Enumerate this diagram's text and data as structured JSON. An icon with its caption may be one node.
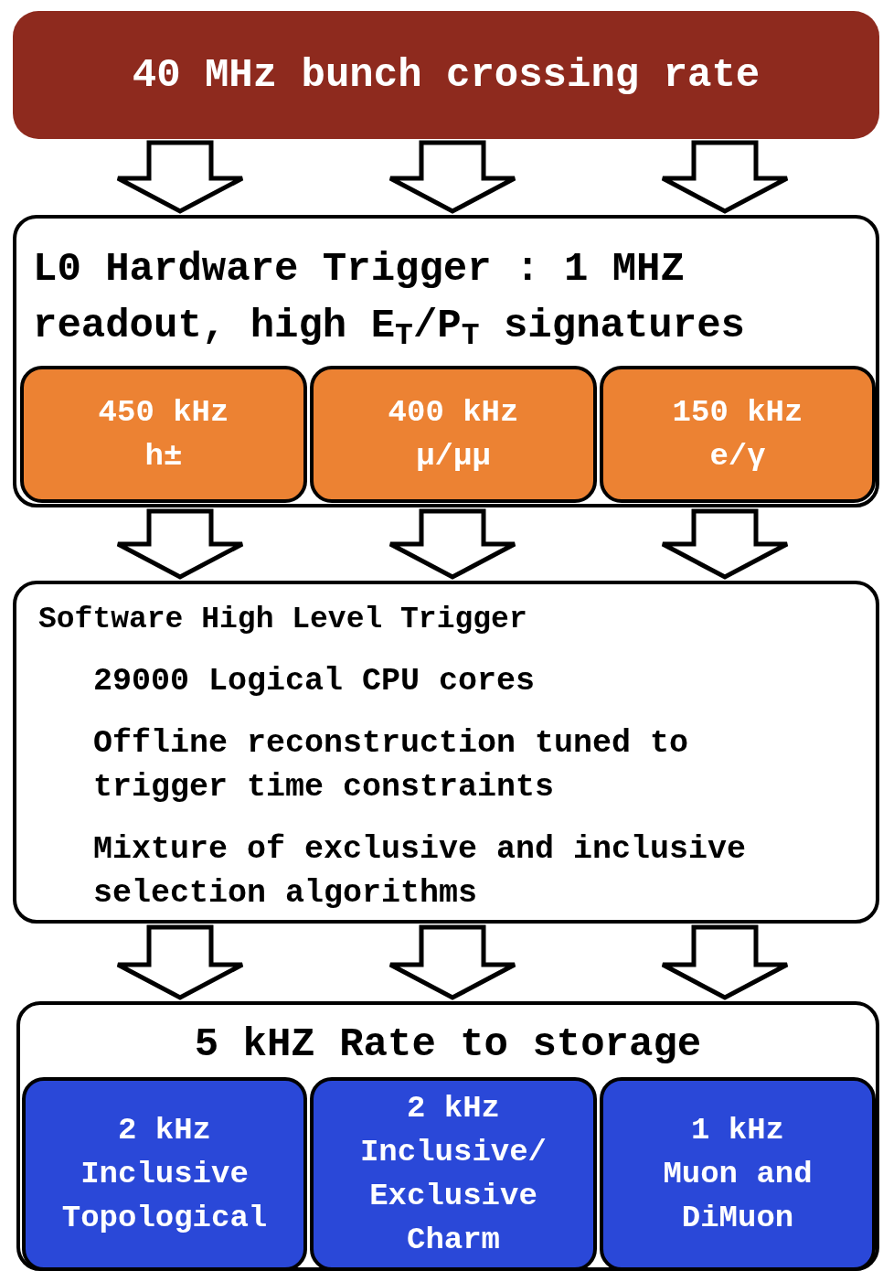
{
  "diagram": {
    "nodes": [
      {
        "text": [
          "40 MHz bunch crossing rate"
        ]
      },
      {
        "text": [
          "L0 Hardware Trigger : 1 MHZ readout, high E$_{T}$/P$_{T}$ signatures"
        ]
      },
      {
        "text": [
          "450 kHz",
          "h±"
        ],
        "in": 1
      },
      {
        "text": [
          "400 kHz",
          "μ/μμ"
        ],
        "in": 1
      },
      {
        "text": [
          "150 kHz",
          "e/γ"
        ],
        "in": 1
      },
      {
        "text": [
          "Software High Level Trigger",
          "29000 Logical CPU cores",
          "Offline reconstruction tuned to trigger time constraints",
          "Mixture of exclusive and inclusive selection algorithms"
        ]
      },
      {
        "text": [
          "5 kHZ Rate to storage"
        ]
      },
      {
        "text": [
          "2 kHz",
          "Inclusive Topological"
        ],
        "in": 6
      },
      {
        "text": [
          "2 kHz",
          "Inclusive/ Exclusive Charm"
        ],
        "in": 6
      },
      {
        "text": [
          "1 kHz",
          "Muon and DiMuon"
        ],
        "in": 6
      }
    ],
    "edges": [
      {
        "from": 0,
        "to": 1,
        "arrow": "to"
      },
      {
        "from": 0,
        "to": 1,
        "arrow": "to"
      },
      {
        "from": 0,
        "to": 1,
        "arrow": "to"
      },
      {
        "from": 1,
        "to": 5,
        "arrow": "to"
      },
      {
        "from": 1,
        "to": 5,
        "arrow": "to"
      },
      {
        "from": 1,
        "to": 5,
        "arrow": "to"
      },
      {
        "from": 5,
        "to": 6,
        "arrow": "to"
      },
      {
        "from": 5,
        "to": 6,
        "arrow": "to"
      },
      {
        "from": 5,
        "to": 6,
        "arrow": "to"
      }
    ]
  }
}
